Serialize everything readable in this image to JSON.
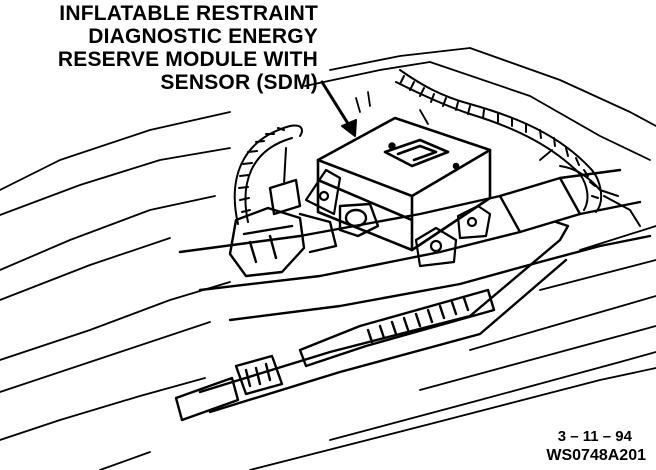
{
  "callout": {
    "lines": [
      "INFLATABLE RESTRAINT",
      "DIAGNOSTIC ENERGY",
      "RESERVE MODULE WITH",
      "SENSOR (SDM)"
    ]
  },
  "footer": {
    "date": "3 – 11 – 94",
    "figure_id": "WS0748A201"
  },
  "colors": {
    "ink": "#000000",
    "paper": "#ffffff"
  }
}
